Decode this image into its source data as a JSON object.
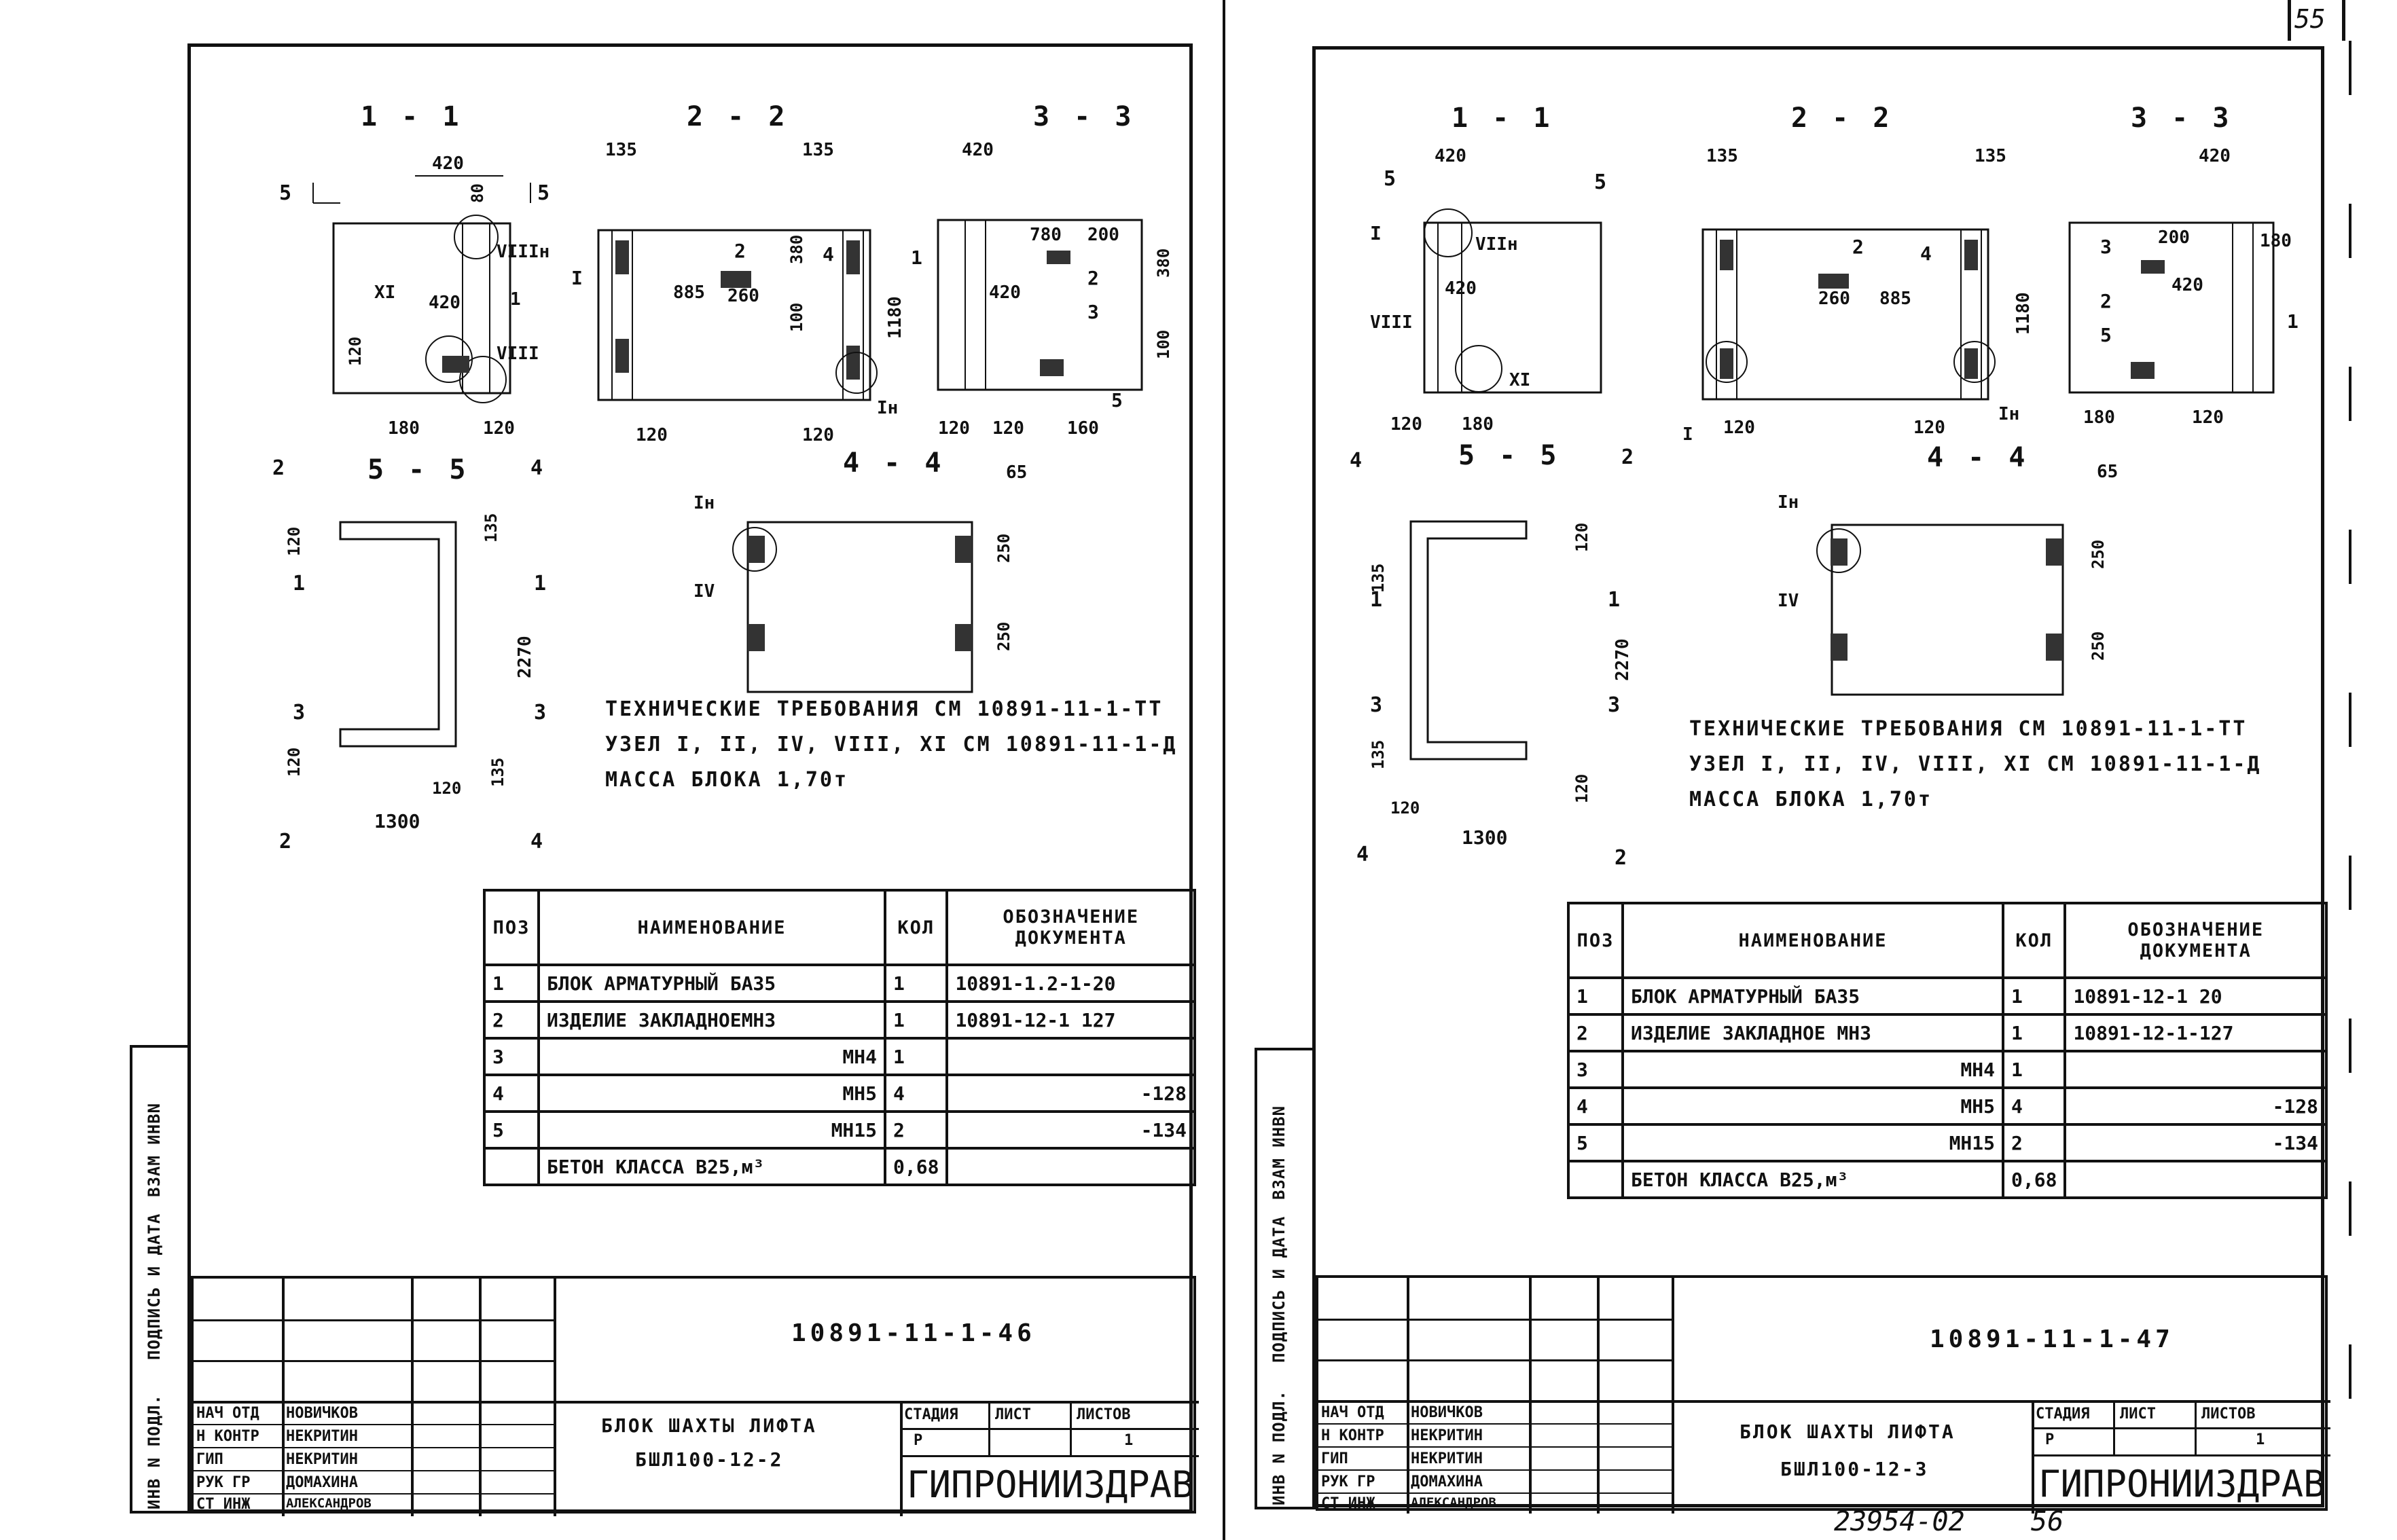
{
  "page_corner_number": "55",
  "footer": {
    "archive_number": "23954-02",
    "page_number": "56"
  },
  "side_strip": {
    "vzam": "ВЗАМ ИНВN",
    "podpis": "ПОДПИСЬ И ДАТА",
    "inv": "ИНВ N ПОДЛ."
  },
  "sheets": [
    {
      "section_titles": [
        "1 - 1",
        "2 - 2",
        "3 - 3",
        "5 - 5",
        "4 - 4"
      ],
      "dims": {
        "d420": "420",
        "d80": "80",
        "d135": "135",
        "d380": "380",
        "d1180": "1180",
        "d885": "885",
        "d260": "260",
        "d120": "120",
        "d180": "180",
        "d100": "100",
        "d780": "780",
        "d200": "200",
        "d160": "160",
        "d2270": "2270",
        "d1300": "1300",
        "d65": "65",
        "d250": "250"
      },
      "tech_requirements": [
        "ТЕХНИЧЕСКИЕ ТРЕБОВАНИЯ  СМ 10891-11-1-ТТ",
        "УЗЕЛ I, II, IV, VIII, XI  СМ 10891-11-1-Д",
        "МАССА БЛОКА  1,70т"
      ],
      "spec_table": {
        "headers": [
          "ПОЗ",
          "НАИМЕНОВАНИЕ",
          "КОЛ",
          "ОБОЗНАЧЕНИЕ ДОКУМЕНТА"
        ],
        "rows": [
          [
            "1",
            "БЛОК АРМАТУРНЫЙ БА35",
            "1",
            "10891-1.2-1-20"
          ],
          [
            "2",
            "ИЗДЕЛИЕ ЗАКЛАДНОЕМН3",
            "1",
            "10891-12-1 127"
          ],
          [
            "3",
            "МН4",
            "1",
            ""
          ],
          [
            "4",
            "МН5",
            "4",
            "-128"
          ],
          [
            "5",
            "МН15",
            "2",
            "-134"
          ],
          [
            "",
            "БЕТОН КЛАССА  В25,м³",
            "0,68",
            ""
          ]
        ]
      },
      "title_block": {
        "doc_code": "10891-11-1-46",
        "roles": [
          "НАЧ ОТД",
          "Н КОНТР",
          "ГИП",
          "РУК ГР",
          "СТ ИНЖ"
        ],
        "names": [
          "НОВИЧКОВ",
          "НЕКРИТИН",
          "НЕКРИТИН",
          "ДОМАХИНА",
          "АЛЕКСАНДРОВ"
        ],
        "item_name_1": "БЛОК ШАХТЫ ЛИФТА",
        "item_name_2": "БШЛ100-12-2",
        "stage_label": "СТАДИЯ",
        "sheet_label": "ЛИСТ",
        "sheets_label": "ЛИСТОВ",
        "stage_value": "Р",
        "sheets_value": "1",
        "org": "ГИПРОНИИЗДРАВ"
      }
    },
    {
      "section_titles": [
        "1 - 1",
        "2 - 2",
        "3 - 3",
        "5 - 5",
        "4 - 4"
      ],
      "tech_requirements": [
        "ТЕХНИЧЕСКИЕ  ТРЕБОВАНИЯ  СМ 10891-11-1-ТТ",
        "УЗЕЛ  I, II, IV, VIII, XI  СМ 10891-11-1-Д",
        "МАССА  БЛОКА   1,70т"
      ],
      "spec_table": {
        "headers": [
          "ПОЗ",
          "НАИМЕНОВАНИЕ",
          "КОЛ",
          "ОБОЗНАЧЕНИЕ ДОКУМЕНТА"
        ],
        "rows": [
          [
            "1",
            "БЛОК АРМАТУРНЫЙ БА35",
            "1",
            "10891-12-1 20"
          ],
          [
            "2",
            "ИЗДЕЛИЕ ЗАКЛАДНОЕ МН3",
            "1",
            "10891-12-1-127"
          ],
          [
            "3",
            "МН4",
            "1",
            ""
          ],
          [
            "4",
            "МН5",
            "4",
            "-128"
          ],
          [
            "5",
            "МН15",
            "2",
            "-134"
          ],
          [
            "",
            "БЕТОН  КЛАССА  В25,м³",
            "0,68",
            ""
          ]
        ]
      },
      "title_block": {
        "doc_code": "10891-11-1-47",
        "roles": [
          "НАЧ ОТД",
          "Н КОНТР",
          "ГИП",
          "РУК ГР",
          "СТ ИНЖ"
        ],
        "names": [
          "НОВИЧКОВ",
          "НЕКРИТИН",
          "НЕКРИТИН",
          "ДОМАХИНА",
          "АЛЕКСАНДРОВ"
        ],
        "item_name_1": "БЛОК ШАХТЫ ЛИФТА",
        "item_name_2": "БШЛ100-12-3",
        "stage_label": "СТАДИЯ",
        "sheet_label": "ЛИСТ",
        "sheets_label": "ЛИСТОВ",
        "stage_value": "Р",
        "sheets_value": "1",
        "org": "ГИПРОНИИЗДРАВ"
      }
    }
  ]
}
